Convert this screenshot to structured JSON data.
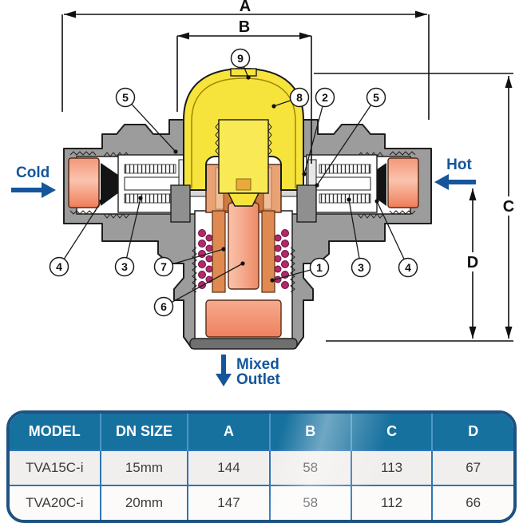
{
  "diagram": {
    "dimensions": {
      "a": "A",
      "b": "B",
      "c": "C",
      "d": "D"
    },
    "flow": {
      "cold": "Cold",
      "hot": "Hot",
      "mixed_line1": "Mixed",
      "mixed_line2": "Outlet"
    },
    "callouts": [
      "9",
      "5",
      "8",
      "2",
      "5",
      "4",
      "3",
      "7",
      "6",
      "1",
      "3",
      "4"
    ],
    "colors": {
      "label_blue": "#15569b",
      "cap_yellow": "#f6e33b",
      "copper": "#ef8465",
      "spring_magenta": "#b0296b",
      "body_gray": "#9c9c9c"
    }
  },
  "table": {
    "colors": {
      "header_bg": "#17719f",
      "outer_border": "#1d5282",
      "divider": "#2e75b6"
    },
    "headers": [
      "MODEL",
      "DN SIZE",
      "A",
      "B",
      "C",
      "D"
    ],
    "rows": [
      [
        "TVA15C-i",
        "15mm",
        "144",
        "58",
        "113",
        "67"
      ],
      [
        "TVA20C-i",
        "20mm",
        "147",
        "58",
        "112",
        "66"
      ]
    ]
  }
}
